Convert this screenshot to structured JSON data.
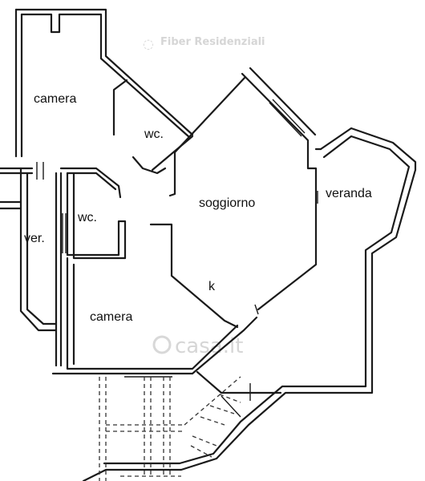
{
  "rooms": {
    "camera_top": "camera",
    "wc_top": "wc.",
    "soggiorno": "soggiorno",
    "veranda": "veranda",
    "wc_left": "wc.",
    "ver": "ver.",
    "k": "k",
    "camera_bottom": "camera"
  },
  "watermarks": {
    "top_brand": "Fiber Residenziali",
    "center_brand": "casa.it"
  },
  "colors": {
    "wall": "#1a1a1a",
    "watermark": "#d6d6d6",
    "background": "#ffffff"
  }
}
